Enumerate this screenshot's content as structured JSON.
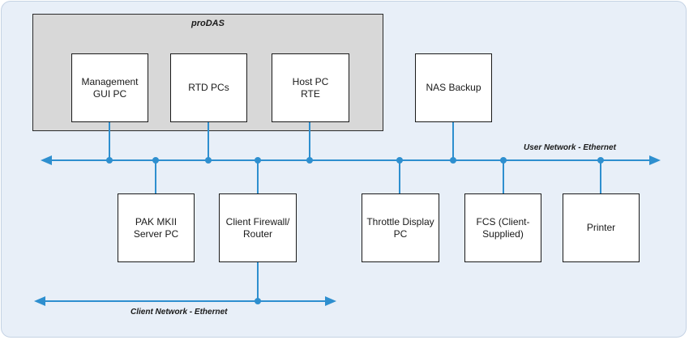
{
  "group": {
    "title": "proDAS"
  },
  "nodes": {
    "management_gui_pc": "Management\nGUI PC",
    "rtd_pcs": "RTD PCs",
    "host_pc_rte": "Host PC\nRTE",
    "nas_backup": "NAS Backup",
    "pak_mkii_server_pc": "PAK MKII\nServer PC",
    "client_firewall_router": "Client Firewall/\nRouter",
    "throttle_display_pc": "Throttle Display\nPC",
    "fcs_client_supplied": "FCS (Client-\nSupplied)",
    "printer": "Printer"
  },
  "networks": {
    "user": "User Network - Ethernet",
    "client": "Client Network - Ethernet"
  },
  "colors": {
    "wire": "#2e8fcf",
    "background": "#e8eff8",
    "group_fill": "#d8d8d8"
  }
}
